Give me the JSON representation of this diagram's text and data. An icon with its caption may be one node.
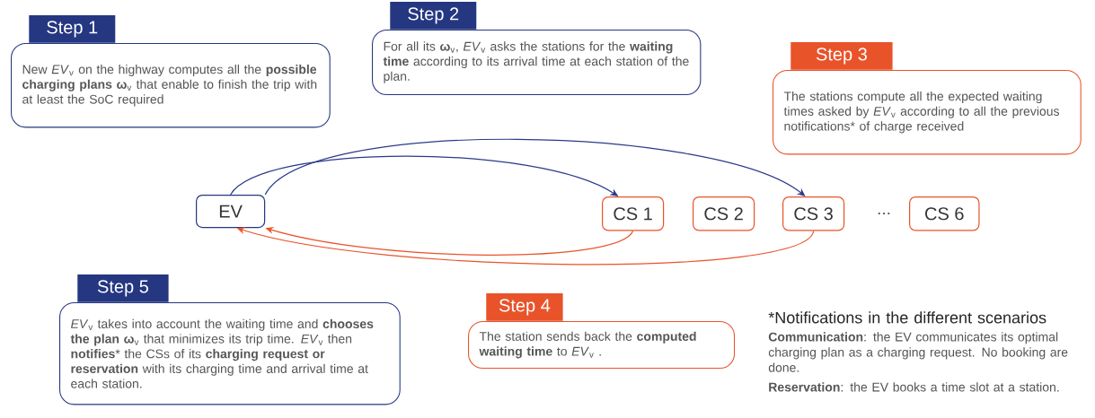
{
  "diagram": {
    "nodes": [
      {
        "text": [
          "Step 1",
          "New *EV*$_{v}$ on the highway computes all the **possible charging plans ω**$_{v}$ that enable to finish the trip with at least the SoC required"
        ]
      },
      {
        "text": [
          "Step 2",
          "For all its **ω**$_{v}$, *EV*$_{v}$ asks the stations for the **waiting time** according to its arrival time at each station of the plan."
        ]
      },
      {
        "text": [
          "Step 3",
          "The stations compute all the expected waiting times asked by *EV*$_{v}$ according to all the previous notifications* of charge received"
        ]
      },
      {
        "text": [
          "EV"
        ]
      },
      {
        "text": [
          "CS 1"
        ]
      },
      {
        "text": [
          "CS 2"
        ]
      },
      {
        "text": [
          "CS 3"
        ]
      },
      {
        "text": [
          "CS 6"
        ]
      },
      {
        "text": [
          "Step 5",
          "*EV*$_{v}$ takes into account the waiting time and **chooses the plan ω**$_{v}$ that minimizes its trip time. *EV*$_{v}$ then **notifies*** the CSs of its **charging request or reservation** with its charging time and arrival time at each station."
        ]
      },
      {
        "text": [
          "Step 4",
          "The station sends back the **computed waiting time** to *EV*$_{v}$ ."
        ]
      }
    ],
    "edges": [
      {
        "from": 3,
        "to": 4,
        "arrow": "to",
        "color": "#2b3a8a"
      },
      {
        "from": 3,
        "to": 6,
        "arrow": "to",
        "color": "#2b3a8a"
      },
      {
        "from": 4,
        "to": 3,
        "arrow": "to",
        "color": "#e8532a"
      },
      {
        "from": 6,
        "to": 3,
        "arrow": "to",
        "color": "#e8532a"
      }
    ],
    "labels": [
      "...",
      "*Notifications in the different scenarios",
      "**Communication**: the EV communicates its optimal charging plan as a charging request. No booking are done.",
      "**Reservation**: the EV books a time slot at a station."
    ]
  }
}
